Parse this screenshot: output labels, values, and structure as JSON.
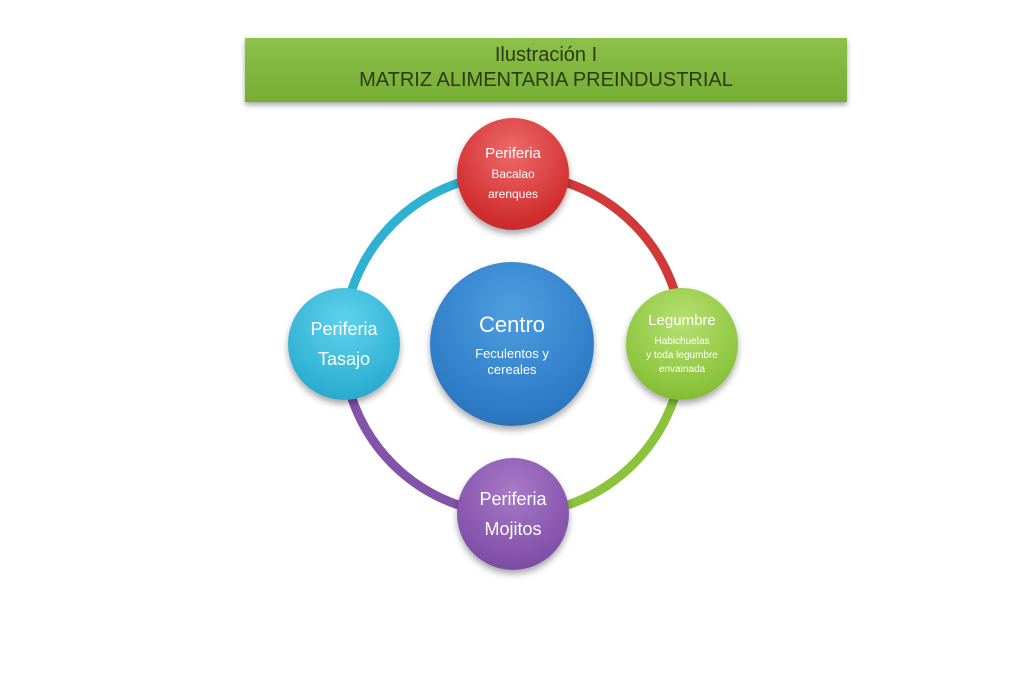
{
  "title": {
    "line1": "Ilustración  I",
    "line2": "MATRIZ ALIMENTARIA PREINDUSTRIAL"
  },
  "colors": {
    "top": "#d12f2f",
    "right": "#8bc43c",
    "bottom": "#8352aa",
    "left": "#2fb1d3",
    "center": "#2e7bc6"
  },
  "nodes": {
    "top": {
      "heading": "Periferia",
      "line1": "Bacalao",
      "line2": "arenques"
    },
    "right": {
      "heading": "Legumbre",
      "line1": "Habichuelas",
      "line2": "y toda legumbre",
      "line3": "envainada"
    },
    "bottom": {
      "heading": "Periferia",
      "line1": "Mojitos"
    },
    "left": {
      "heading": "Periferia",
      "line1": "Tasajo"
    },
    "center": {
      "heading": "Centro",
      "line1": "Feculentos y",
      "line2": "cereales"
    }
  }
}
